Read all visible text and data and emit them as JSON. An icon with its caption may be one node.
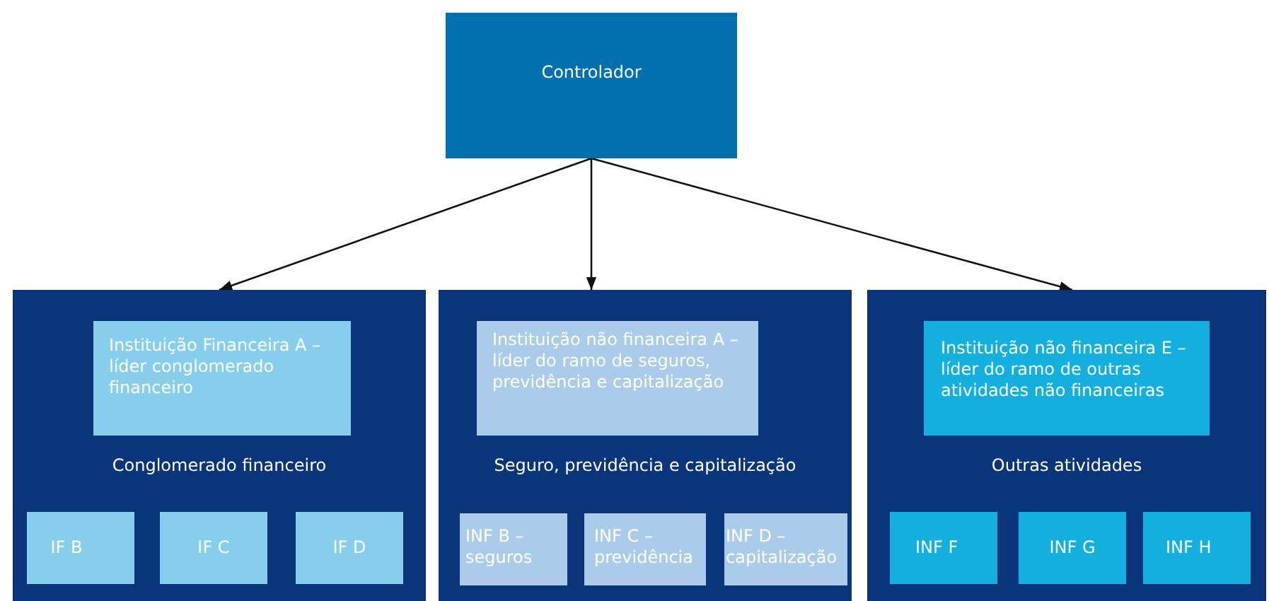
{
  "diagram": {
    "nodes": [
      {
        "text": [
          "Controlador"
        ]
      },
      {
        "text": [
          "Conglomerado financeiro"
        ]
      },
      {
        "text": [
          "Instituição Financeira A – líder conglomerado financeiro"
        ],
        "in": 1
      },
      {
        "text": [
          "IF B"
        ],
        "in": 1
      },
      {
        "text": [
          "IF C"
        ],
        "in": 1
      },
      {
        "text": [
          "IF D"
        ],
        "in": 1
      },
      {
        "text": [
          "Seguro, previdência e capitalização"
        ]
      },
      {
        "text": [
          "Instituição não financeira A – líder do ramo de seguros, previdência e capitalização"
        ],
        "in": 6
      },
      {
        "text": [
          "INF B – seguros"
        ],
        "in": 6
      },
      {
        "text": [
          "INF C – previdência"
        ],
        "in": 6
      },
      {
        "text": [
          "INF D – capitalização"
        ],
        "in": 6
      },
      {
        "text": [
          "Outras atividades"
        ]
      },
      {
        "text": [
          "Instituição não financeira E – líder do ramo de outras atividades não financeiras"
        ],
        "in": 11
      },
      {
        "text": [
          "INF F"
        ],
        "in": 11
      },
      {
        "text": [
          "INF G"
        ],
        "in": 11
      },
      {
        "text": [
          "INF H"
        ],
        "in": 11
      }
    ],
    "edges": [
      {
        "from": 0,
        "to": 1,
        "arrow": "to"
      },
      {
        "from": 0,
        "to": 6,
        "arrow": "to"
      },
      {
        "from": 0,
        "to": 11,
        "arrow": "to"
      }
    ]
  }
}
